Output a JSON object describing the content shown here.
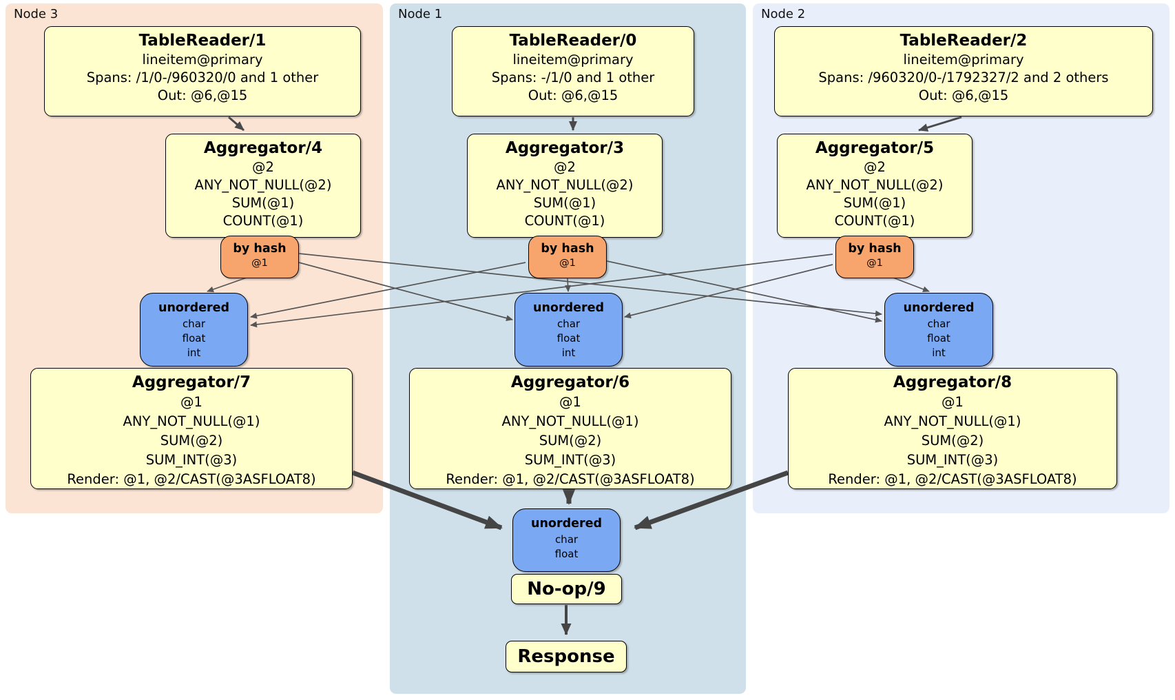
{
  "diagram_type": "distsql-plan",
  "regions": {
    "node3": {
      "label": "Node 3"
    },
    "node1": {
      "label": "Node 1"
    },
    "node2": {
      "label": "Node 2"
    }
  },
  "processors": {
    "tr1": {
      "title": "TableReader/1",
      "lines": [
        "lineitem@primary",
        "Spans: /1/0-/960320/0 and 1 other",
        "Out: @6,@15"
      ]
    },
    "tr0": {
      "title": "TableReader/0",
      "lines": [
        "lineitem@primary",
        "Spans: -/1/0 and 1 other",
        "Out: @6,@15"
      ]
    },
    "tr2": {
      "title": "TableReader/2",
      "lines": [
        "lineitem@primary",
        "Spans: /960320/0-/1792327/2 and 2 others",
        "Out: @6,@15"
      ]
    },
    "agg4": {
      "title": "Aggregator/4",
      "lines": [
        "@2",
        "ANY_NOT_NULL(@2)",
        "SUM(@1)",
        "COUNT(@1)"
      ]
    },
    "agg3": {
      "title": "Aggregator/3",
      "lines": [
        "@2",
        "ANY_NOT_NULL(@2)",
        "SUM(@1)",
        "COUNT(@1)"
      ]
    },
    "agg5": {
      "title": "Aggregator/5",
      "lines": [
        "@2",
        "ANY_NOT_NULL(@2)",
        "SUM(@1)",
        "COUNT(@1)"
      ]
    },
    "agg7": {
      "title": "Aggregator/7",
      "lines": [
        "@1",
        "ANY_NOT_NULL(@1)",
        "SUM(@2)",
        "SUM_INT(@3)",
        "Render: @1, @2/CAST(@3ASFLOAT8)"
      ]
    },
    "agg6": {
      "title": "Aggregator/6",
      "lines": [
        "@1",
        "ANY_NOT_NULL(@1)",
        "SUM(@2)",
        "SUM_INT(@3)",
        "Render: @1, @2/CAST(@3ASFLOAT8)"
      ]
    },
    "agg8": {
      "title": "Aggregator/8",
      "lines": [
        "@1",
        "ANY_NOT_NULL(@1)",
        "SUM(@2)",
        "SUM_INT(@3)",
        "Render: @1, @2/CAST(@3ASFLOAT8)"
      ]
    },
    "noop": {
      "title": "No-op/9"
    },
    "response": {
      "title": "Response"
    }
  },
  "routers": {
    "router3": {
      "title": "by hash",
      "detail": "@1"
    },
    "router1": {
      "title": "by hash",
      "detail": "@1"
    },
    "router2": {
      "title": "by hash",
      "detail": "@1"
    }
  },
  "syncs": {
    "sync3": {
      "title": "unordered",
      "lines": [
        "char",
        "float",
        "int"
      ]
    },
    "sync1": {
      "title": "unordered",
      "lines": [
        "char",
        "float",
        "int"
      ]
    },
    "sync2": {
      "title": "unordered",
      "lines": [
        "char",
        "float",
        "int"
      ]
    },
    "syncFinal": {
      "title": "unordered",
      "lines": [
        "char",
        "float"
      ]
    }
  },
  "colors": {
    "node3_bg": "#fce4d4",
    "node1_bg": "#cfe0ea",
    "node2_bg": "#e9eefb",
    "processor_bg": "#ffffcc",
    "router_bg": "#f8a56d",
    "sync_bg": "#7aa8f2",
    "edge_thin": "#555555",
    "edge_thick": "#454545"
  }
}
